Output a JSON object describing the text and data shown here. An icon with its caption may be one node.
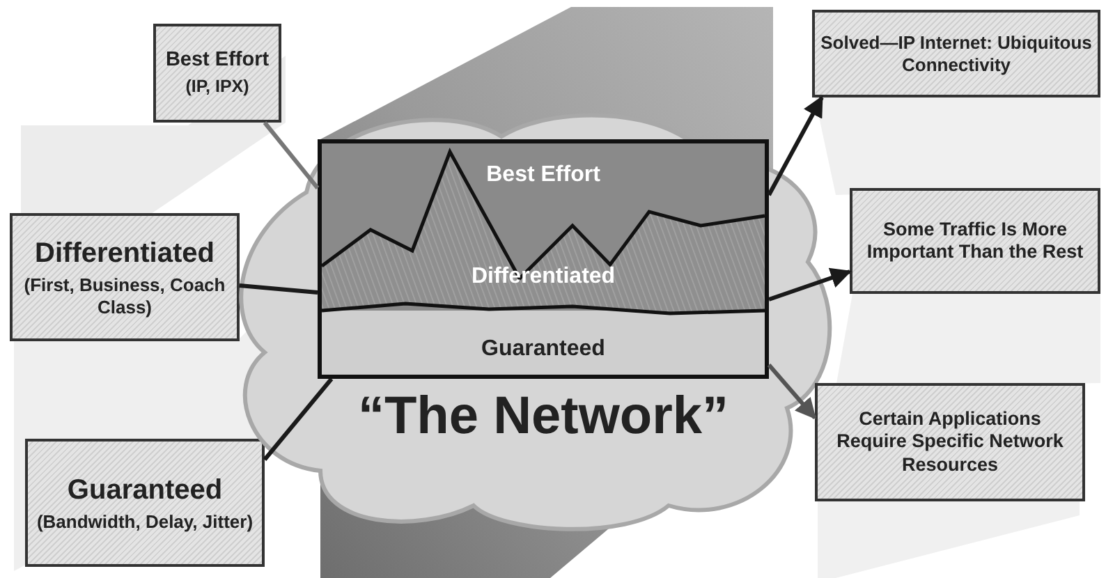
{
  "diagram": {
    "nodes": [
      {
        "text": [
          "Best Effort",
          "(IP, IPX)"
        ]
      },
      {
        "text": [
          "Differentiated",
          "(First, Business, Coach Class)"
        ]
      },
      {
        "text": [
          "Guaranteed",
          "(Bandwidth, Delay, Jitter)"
        ]
      },
      {
        "text": [
          "“The Network”"
        ]
      },
      {
        "text": [],
        "shape": "box",
        "in": 3
      },
      {
        "text": [
          "Best Effort"
        ],
        "in": 4
      },
      {
        "text": [
          "Differentiated"
        ],
        "in": 4
      },
      {
        "text": [
          "Guaranteed"
        ],
        "in": 4
      },
      {
        "text": [
          "Solved—IP Internet: Ubiquitous Connectivity"
        ]
      },
      {
        "text": [
          "Some Traffic Is More Important Than the Rest"
        ]
      },
      {
        "text": [
          "Certain Applications Require Specific Network Resources"
        ]
      }
    ],
    "edges": [
      {
        "from": 0,
        "to": 4,
        "arrow": "none",
        "color": "#777777"
      },
      {
        "from": 1,
        "to": 4,
        "arrow": "none"
      },
      {
        "from": 2,
        "to": 4,
        "arrow": "none"
      },
      {
        "from": 4,
        "to": 8,
        "arrow": "to"
      },
      {
        "from": 4,
        "to": 9,
        "arrow": "to"
      },
      {
        "from": 4,
        "to": 10,
        "arrow": "to",
        "color": "#555555"
      }
    ]
  }
}
